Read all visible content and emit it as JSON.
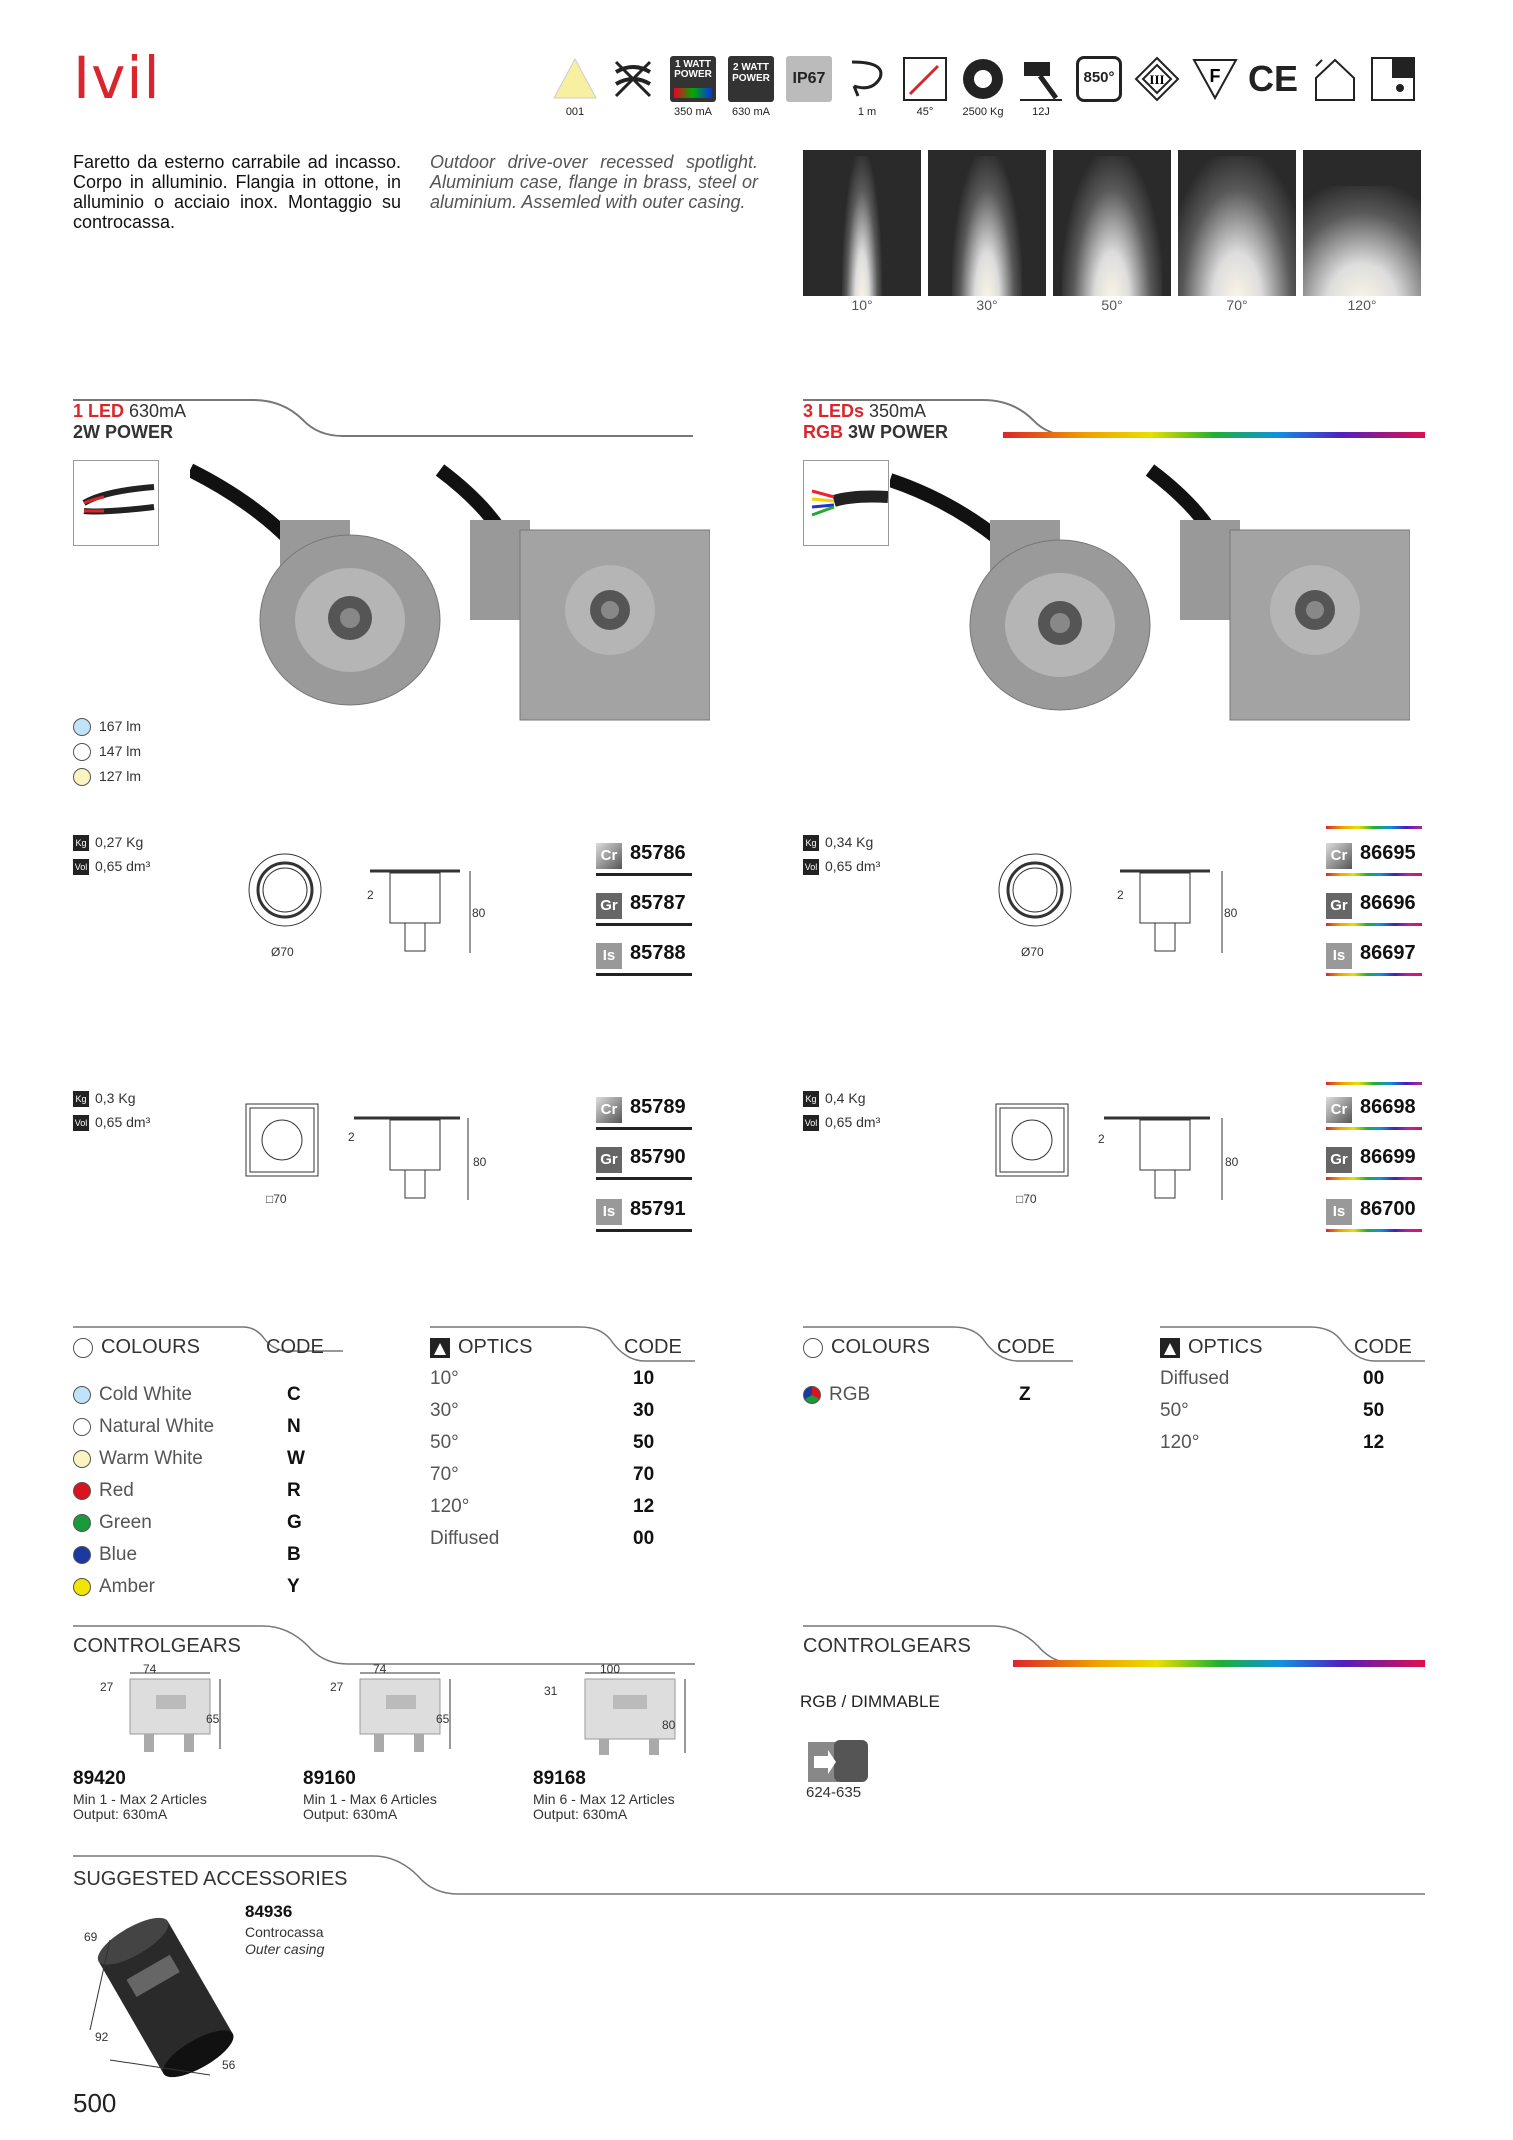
{
  "title": "Ivil",
  "icons": [
    {
      "name": "warning-triangle-icon",
      "label": "001"
    },
    {
      "name": "no-insulation-icon",
      "label": ""
    },
    {
      "name": "1-watt-power-rgb-icon",
      "label": "350 mA",
      "text": "1 WATT POWER"
    },
    {
      "name": "2-watt-power-icon",
      "label": "630 mA",
      "text": "2 WATT POWER"
    },
    {
      "name": "ip67-icon",
      "label": "",
      "text": "IP67"
    },
    {
      "name": "cable-length-icon",
      "label": "1 m"
    },
    {
      "name": "tilt-angle-icon",
      "label": "45°"
    },
    {
      "name": "load-weight-icon",
      "label": "2500 Kg"
    },
    {
      "name": "impact-hammer-icon",
      "label": "12J"
    },
    {
      "name": "temperature-850-icon",
      "label": "",
      "text": "850°"
    },
    {
      "name": "class-iii-icon",
      "label": "",
      "text": "III"
    },
    {
      "name": "f-mark-icon",
      "label": "",
      "text": "F"
    },
    {
      "name": "ce-mark-icon",
      "label": "",
      "text": "CE"
    },
    {
      "name": "outdoor-house-icon",
      "label": ""
    },
    {
      "name": "recessed-mount-icon",
      "label": ""
    }
  ],
  "description": {
    "it": "Faretto da esterno carrabile ad incasso. Corpo in alluminio. Flangia in ottone, in alluminio o acciaio inox. Montaggio su controcassa.",
    "en": "Outdoor drive-over recessed spotlight. Aluminium case, flange in brass, steel or aluminium. Assemled with outer casing."
  },
  "beam_angles": [
    "10°",
    "30°",
    "50°",
    "70°",
    "120°"
  ],
  "left_section": {
    "head_red": "1 LED",
    "head_rest": " 630mA",
    "head_line2": "2W POWER",
    "lumens": [
      "167 lm",
      "147 lm",
      "127 lm"
    ],
    "round": {
      "weight": "0,27 Kg",
      "volume": "0,65 dm³",
      "dim_d": "Ø70",
      "dim_h": "80",
      "dim_f": "2",
      "codes": [
        {
          "finish": "Cr",
          "code": "85786"
        },
        {
          "finish": "Gr",
          "code": "85787"
        },
        {
          "finish": "Is",
          "code": "85788"
        }
      ]
    },
    "square": {
      "weight": "0,3 Kg",
      "volume": "0,65 dm³",
      "dim_d": "□70",
      "dim_h": "80",
      "dim_f": "2",
      "codes": [
        {
          "finish": "Cr",
          "code": "85789"
        },
        {
          "finish": "Gr",
          "code": "85790"
        },
        {
          "finish": "Is",
          "code": "85791"
        }
      ]
    }
  },
  "right_section": {
    "head_red": "3 LEDs",
    "head_rest": " 350mA",
    "head_line2_red": "RGB",
    "head_line2": " 3W POWER",
    "round": {
      "weight": "0,34 Kg",
      "volume": "0,65 dm³",
      "dim_d": "Ø70",
      "dim_h": "80",
      "dim_f": "2",
      "codes": [
        {
          "finish": "Cr",
          "code": "86695"
        },
        {
          "finish": "Gr",
          "code": "86696"
        },
        {
          "finish": "Is",
          "code": "86697"
        }
      ]
    },
    "square": {
      "weight": "0,4 Kg",
      "volume": "0,65 dm³",
      "dim_d": "□70",
      "dim_h": "80",
      "dim_f": "2",
      "codes": [
        {
          "finish": "Cr",
          "code": "86698"
        },
        {
          "finish": "Gr",
          "code": "86699"
        },
        {
          "finish": "Is",
          "code": "86700"
        }
      ]
    }
  },
  "colours_left": {
    "header": "COLOURS",
    "code_header": "CODE",
    "rows": [
      {
        "name": "Cold White",
        "code": "C",
        "color": "#bfe3f7"
      },
      {
        "name": "Natural White",
        "code": "N",
        "color": "#ffffff"
      },
      {
        "name": "Warm White",
        "code": "W",
        "color": "#fbf3c0"
      },
      {
        "name": "Red",
        "code": "R",
        "color": "#d9141e"
      },
      {
        "name": "Green",
        "code": "G",
        "color": "#1a9a3a"
      },
      {
        "name": "Blue",
        "code": "B",
        "color": "#1a3aa0"
      },
      {
        "name": "Amber",
        "code": "Y",
        "color": "#f2e600"
      }
    ]
  },
  "optics_left": {
    "header": "OPTICS",
    "code_header": "CODE",
    "rows": [
      {
        "name": "10°",
        "code": "10"
      },
      {
        "name": "30°",
        "code": "30"
      },
      {
        "name": "50°",
        "code": "50"
      },
      {
        "name": "70°",
        "code": "70"
      },
      {
        "name": "120°",
        "code": "12"
      },
      {
        "name": "Diffused",
        "code": "00"
      }
    ]
  },
  "colours_right": {
    "header": "COLOURS",
    "code_header": "CODE",
    "rows": [
      {
        "name": "RGB",
        "code": "Z"
      }
    ]
  },
  "optics_right": {
    "header": "OPTICS",
    "code_header": "CODE",
    "rows": [
      {
        "name": "Diffused",
        "code": "00"
      },
      {
        "name": "50°",
        "code": "50"
      },
      {
        "name": "120°",
        "code": "12"
      }
    ]
  },
  "controlgears": {
    "header": "CONTROLGEARS",
    "items": [
      {
        "code": "89420",
        "line1": "Min 1 - Max 2 Articles",
        "line2": "Output: 630mA",
        "w": "74",
        "h": "65",
        "d": "27"
      },
      {
        "code": "89160",
        "line1": "Min 1 - Max 6 Articles",
        "line2": "Output: 630mA",
        "w": "74",
        "h": "65",
        "d": "27"
      },
      {
        "code": "89168",
        "line1": "Min 6 - Max 12 Articles",
        "line2": "Output: 630mA",
        "w": "100",
        "h": "80",
        "d": "31"
      }
    ]
  },
  "controlgears_right": {
    "header": "CONTROLGEARS",
    "subtitle": "RGB / DIMMABLE",
    "ref": "624-635"
  },
  "accessories": {
    "header": "SUGGESTED ACCESSORIES",
    "code": "84936",
    "it": "Controcassa",
    "en": "Outer casing",
    "dim_h": "69",
    "dim_d": "92",
    "dim_w": "56"
  },
  "page_number": "500"
}
